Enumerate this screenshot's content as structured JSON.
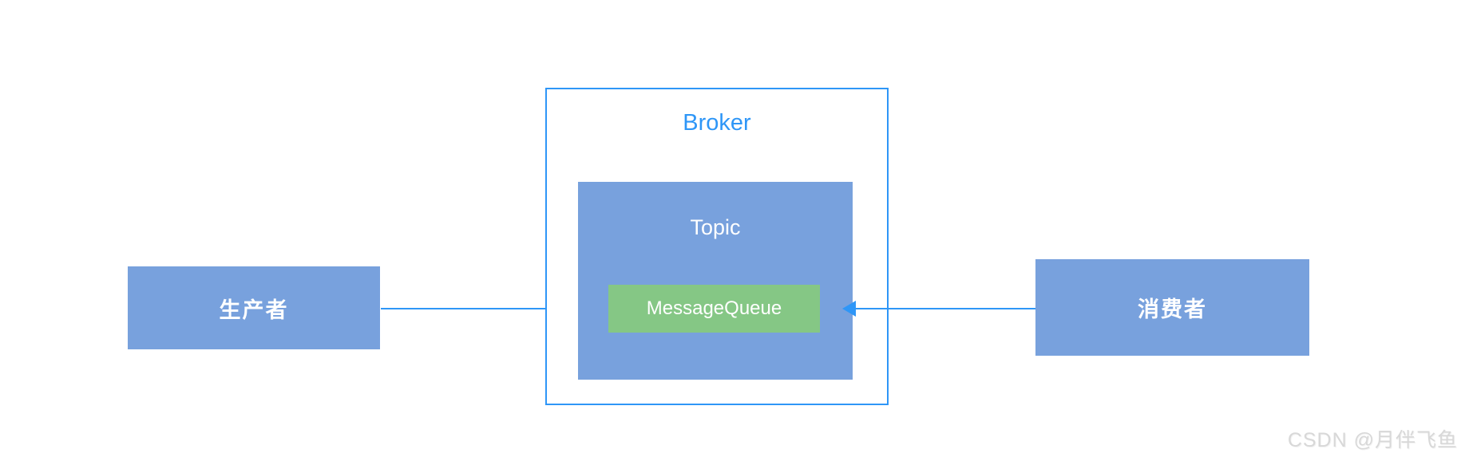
{
  "diagram": {
    "type": "architecture-flow",
    "producer": {
      "label": "生产者"
    },
    "broker": {
      "label": "Broker"
    },
    "topic": {
      "label": "Topic"
    },
    "message_queue": {
      "label": "MessageQueue"
    },
    "consumer": {
      "label": "消费者"
    },
    "arrows": [
      {
        "from": "producer",
        "to": "topic",
        "direction": "right"
      },
      {
        "from": "consumer",
        "to": "topic",
        "direction": "left"
      }
    ],
    "watermark": "CSDN @月伴飞鱼",
    "colors": {
      "node_fill": "#78A1DD",
      "queue_fill": "#85C785",
      "accent_blue": "#2E96F7",
      "node_text": "#FFFFFF",
      "watermark_text": "#D8D8D8",
      "background": "#FFFFFF"
    }
  }
}
